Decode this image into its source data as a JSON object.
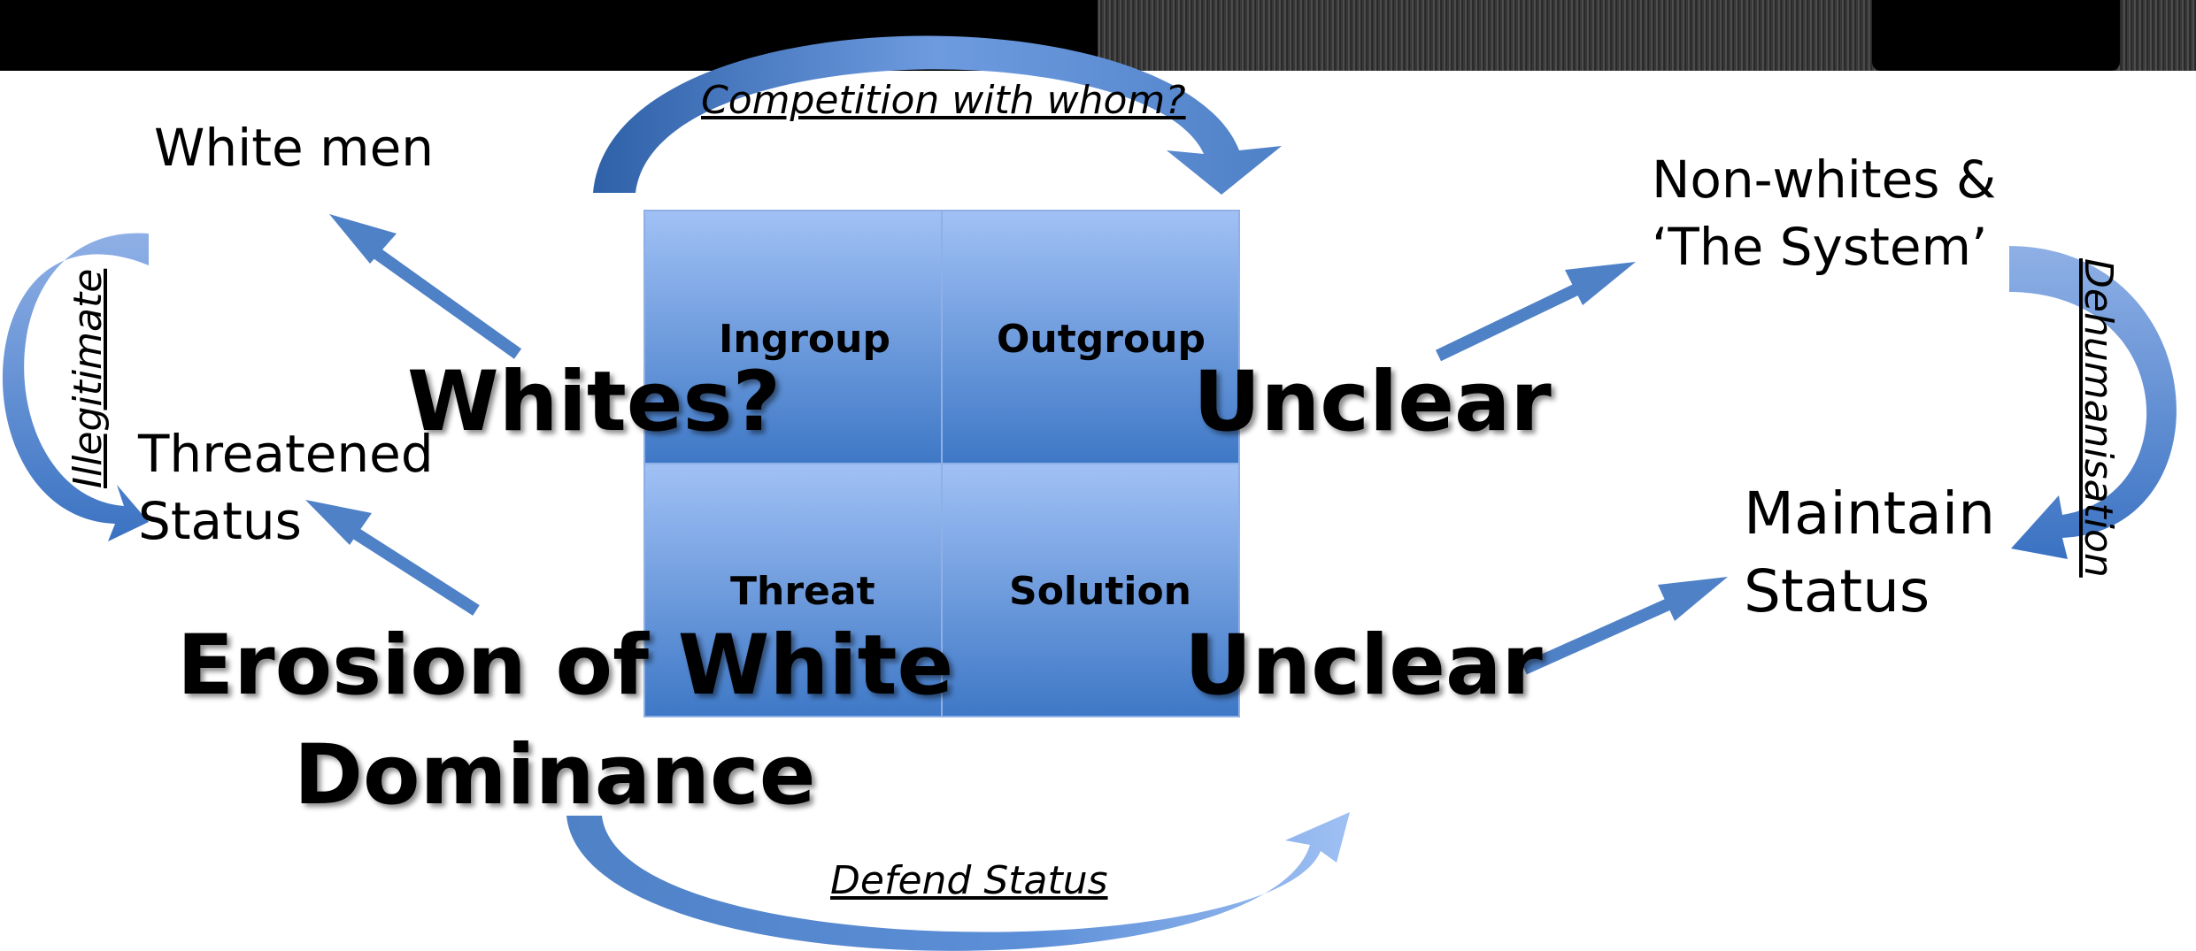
{
  "quadrants": {
    "ingroup": "Ingroup",
    "outgroup": "Outgroup",
    "threat": "Threat",
    "solution": "Solution"
  },
  "overlays": {
    "whites": "Whites?",
    "unclear_top": "Unclear",
    "unclear_bottom": "Unclear",
    "erosion_line1": "Erosion of White",
    "erosion_line2": "Dominance"
  },
  "left_side": {
    "white_men": "White men",
    "threatened_line1": "Threatened",
    "threatened_line2": "Status",
    "illegitimate": "Illegitimate"
  },
  "right_side": {
    "nonwhites_line1": "Non-whites &",
    "nonwhites_line2": "‘The System’",
    "maintain_line1": "Maintain",
    "maintain_line2": "Status",
    "dehumanisation": "Dehumanisation"
  },
  "curved_labels": {
    "top": "Competition with whom?",
    "bottom": "Defend Status"
  },
  "colors": {
    "arrow": "#4f81c7",
    "quad_top": "#9dbdf2",
    "quad_bottom": "#3e78c6",
    "header": "#000000"
  }
}
